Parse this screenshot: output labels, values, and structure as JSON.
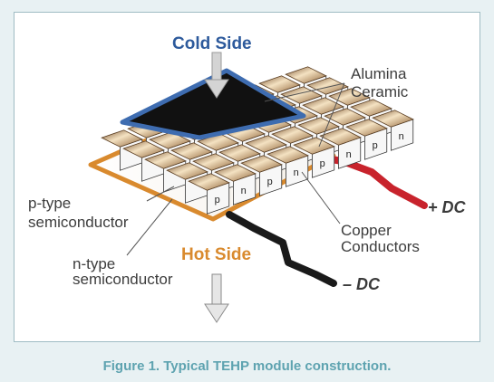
{
  "labels": {
    "cold_side": "Cold Side",
    "hot_side": "Hot Side",
    "alumina_line1": "Alumina",
    "alumina_line2": "Ceramic",
    "ptype_line1": "p-type",
    "ptype_line2": "semiconductor",
    "ntype_line1": "n-type",
    "ntype_line2": "semiconductor",
    "copper_line1": "Copper",
    "copper_line2": "Conductors",
    "plus_dc": "+ DC",
    "minus_dc": "– DC",
    "pellet_p": "p",
    "pellet_n": "n"
  },
  "caption": "Figure 1. Typical TEHP module construction.",
  "colors": {
    "cold_side": "#2d5a9c",
    "hot_side": "#d98a2e",
    "caption": "#5ea3b0",
    "positive_wire": "#c8232c",
    "negative_wire": "#1a1a1a",
    "ceramic_top": "#111111",
    "ceramic_outline": "#3e6cb0",
    "copper": "#b58a52",
    "bottom_plate_edge": "#d98a2e"
  },
  "icons": {
    "cold_arrow": "arrow-down-icon",
    "hot_arrow": "arrow-down-icon"
  }
}
